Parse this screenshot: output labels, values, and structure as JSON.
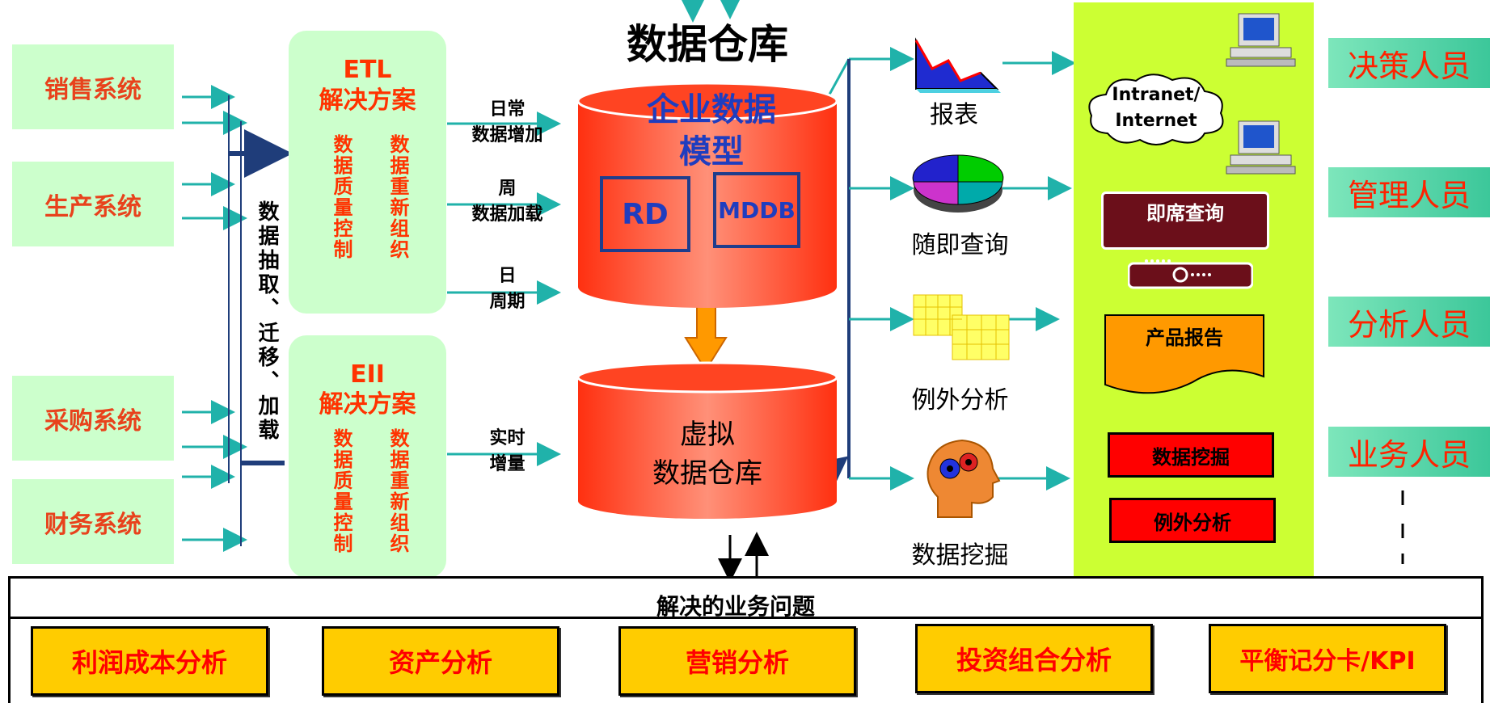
{
  "title": "数据仓库",
  "sources": [
    "销售系统",
    "生产系统",
    "采购系统",
    "财务系统"
  ],
  "extract_label": "数据抽取、迁移、加载",
  "etl": {
    "title": "ETL",
    "subtitle": "解决方案",
    "col1": "数据质量控制",
    "col2": "数据重新组织"
  },
  "eii": {
    "title": "EII",
    "subtitle": "解决方案",
    "col1": "数据质量控制",
    "col2": "数据重新组织"
  },
  "flows": {
    "daily1": "日常",
    "daily2": "数据增加",
    "weekly1": "周",
    "weekly2": "数据加载",
    "day1": "日",
    "day2": "周期",
    "rt1": "实时",
    "rt2": "增量"
  },
  "edw": {
    "line1": "企业数据",
    "line2": "模型",
    "rd": "RD",
    "mddb": "MDDB"
  },
  "vdw": {
    "line1": "虚拟",
    "line2": "数据仓库"
  },
  "tools": [
    "报表",
    "随即查询",
    "例外分析",
    "数据挖掘"
  ],
  "panel": {
    "cloud1": "Intranet/",
    "cloud2": "Internet",
    "adhoc": "即席查询",
    "report": "产品报告",
    "mining": "数据挖掘",
    "exception": "例外分析"
  },
  "roles": [
    "决策人员",
    "管理人员",
    "分析人员",
    "业务人员"
  ],
  "problems": {
    "title": "解决的业务问题",
    "items": [
      "利润成本分析",
      "资产分析",
      "营销分析",
      "投资组合分析",
      "平衡记分卡/KPI"
    ]
  },
  "colors": {
    "source_bg": "#ccffcc",
    "cylinder": "#ff4422",
    "panel_bg": "#ccff33",
    "role_bg": "#3cc79a",
    "problem_bg": "#ffcc00",
    "arrow": "#20b2aa",
    "dark_arrow": "#1f3d7a"
  }
}
